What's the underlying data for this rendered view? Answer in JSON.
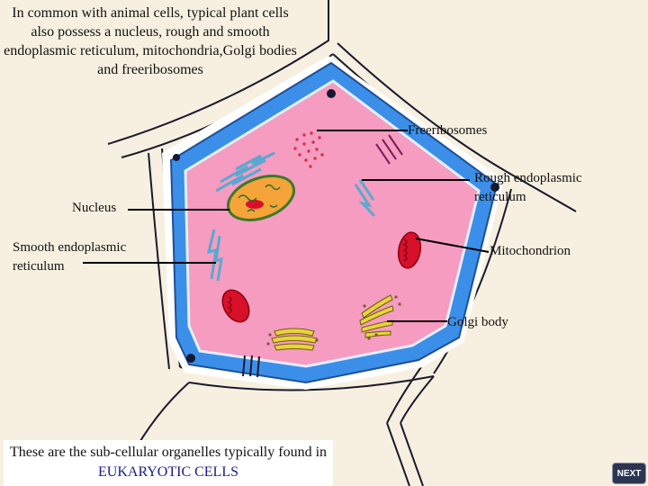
{
  "intro_text": "In common with animal cells, typical plant cells also possess a nucleus, rough and smooth endoplasmic reticulum, mitochondria,Golgi bodies and freeribosomes",
  "labels": {
    "free_ribosomes": "Freeribosomes",
    "rough_er_line1": "Rough endoplasmic",
    "rough_er_line2": "reticulum",
    "nucleus": "Nucleus",
    "smooth_er_line1": "Smooth endoplasmic",
    "smooth_er_line2": "reticulum",
    "mitochondrion": "Mitochondrion",
    "golgi_body": "Golgi body"
  },
  "footer": {
    "text_start": "These are the sub-cellular organelles typically found in ",
    "emphasis": "EUKARYOTIC CELLS"
  },
  "next_button": "NEXT",
  "colors": {
    "background": "#f7f0e0",
    "cell_wall": "#3b8fe8",
    "cytoplasm": "#f59cc0",
    "mitochondrion": "#d8102a",
    "golgi": "#e8d43a",
    "nucleus": "#f5a43a"
  }
}
